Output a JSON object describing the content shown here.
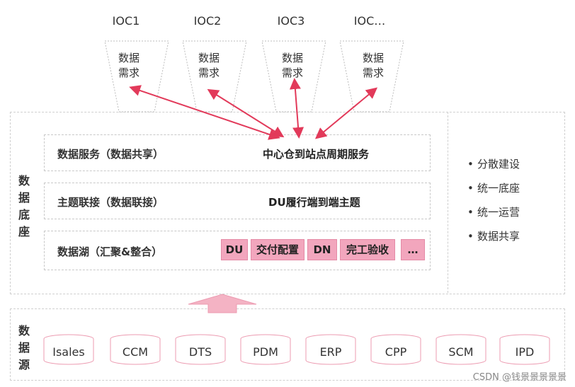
{
  "iocs": [
    {
      "label": "IOC1",
      "demand": [
        "数据",
        "需求"
      ]
    },
    {
      "label": "IOC2",
      "demand": [
        "数据",
        "需求"
      ]
    },
    {
      "label": "IOC3",
      "demand": [
        "数据",
        "需求"
      ]
    },
    {
      "label": "IOC…",
      "demand": [
        "数据",
        "需求"
      ]
    }
  ],
  "base": {
    "title": [
      "数",
      "据",
      "底",
      "座"
    ],
    "layers": [
      {
        "name": "数据服务（数据共享）",
        "value": "中心仓到站点周期服务"
      },
      {
        "name": "主题联接（数据联接）",
        "value": "DU履行端到端主题"
      },
      {
        "name": "数据湖（汇聚&整合）",
        "chips": [
          "DU",
          "交付配置",
          "DN",
          "完工验收",
          "…"
        ]
      }
    ]
  },
  "bullets": [
    "分散建设",
    "统一底座",
    "统一运营",
    "数据共享"
  ],
  "sources": {
    "title": [
      "数",
      "据",
      "源"
    ],
    "items": [
      "Isales",
      "CCM",
      "DTS",
      "PDM",
      "ERP",
      "CPP",
      "SCM",
      "IPD"
    ]
  },
  "colors": {
    "arrow": "#e23a5a",
    "chip": "#f2a6bd",
    "up_arrow": "#f4b3c4"
  },
  "watermark": "CSDN @钱景景景景景"
}
